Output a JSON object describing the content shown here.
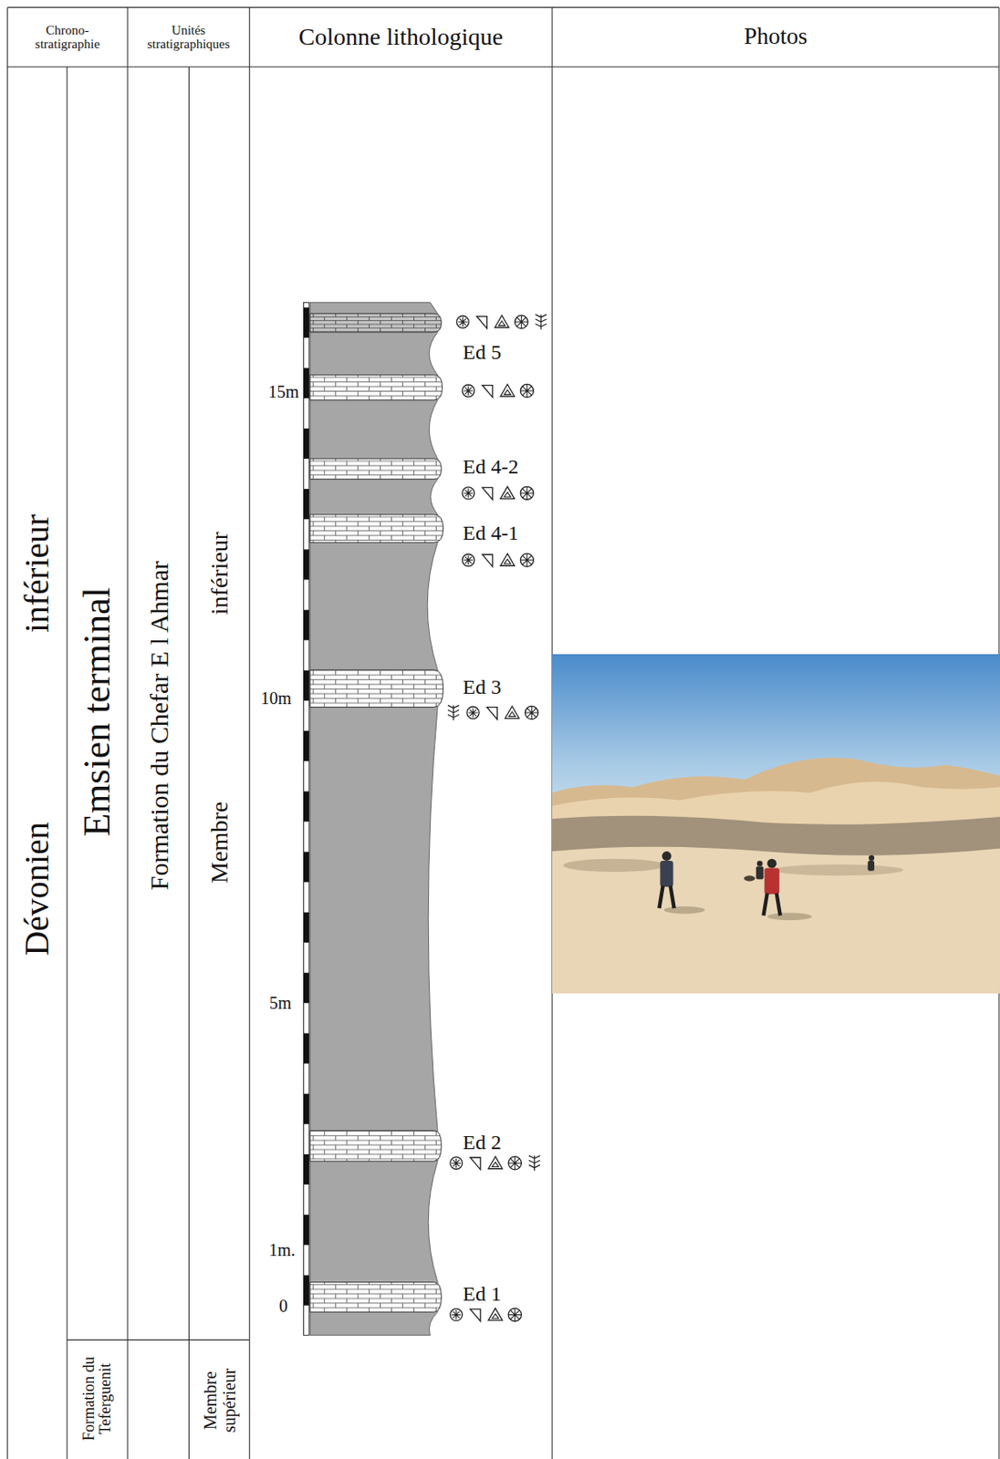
{
  "diagram": {
    "nodes": [
      {
        "text": [
          "Chrono- stratigraphie"
        ]
      },
      {
        "text": [
          "Unités stratigraphiques"
        ]
      },
      {
        "text": [
          "Colonne lithologique"
        ]
      },
      {
        "text": [
          "Photos"
        ]
      },
      {
        "text": [
          "Dévonien inférieur"
        ]
      },
      {
        "text": [
          "Emsien terminal"
        ]
      },
      {
        "text": [
          "Formation du Teferguenit"
        ]
      },
      {
        "text": [
          "Formation du Chefar E l Ahmar"
        ]
      },
      {
        "text": [
          "Membre inférieur"
        ]
      },
      {
        "text": [
          "Membre supérieur"
        ]
      }
    ],
    "labels": [
      "15m",
      "10m",
      "5m",
      "1m.",
      "0",
      "Ed 5",
      "Ed 4-2",
      "Ed 4-1",
      "Ed 3",
      "Ed 2",
      "Ed 1"
    ]
  }
}
